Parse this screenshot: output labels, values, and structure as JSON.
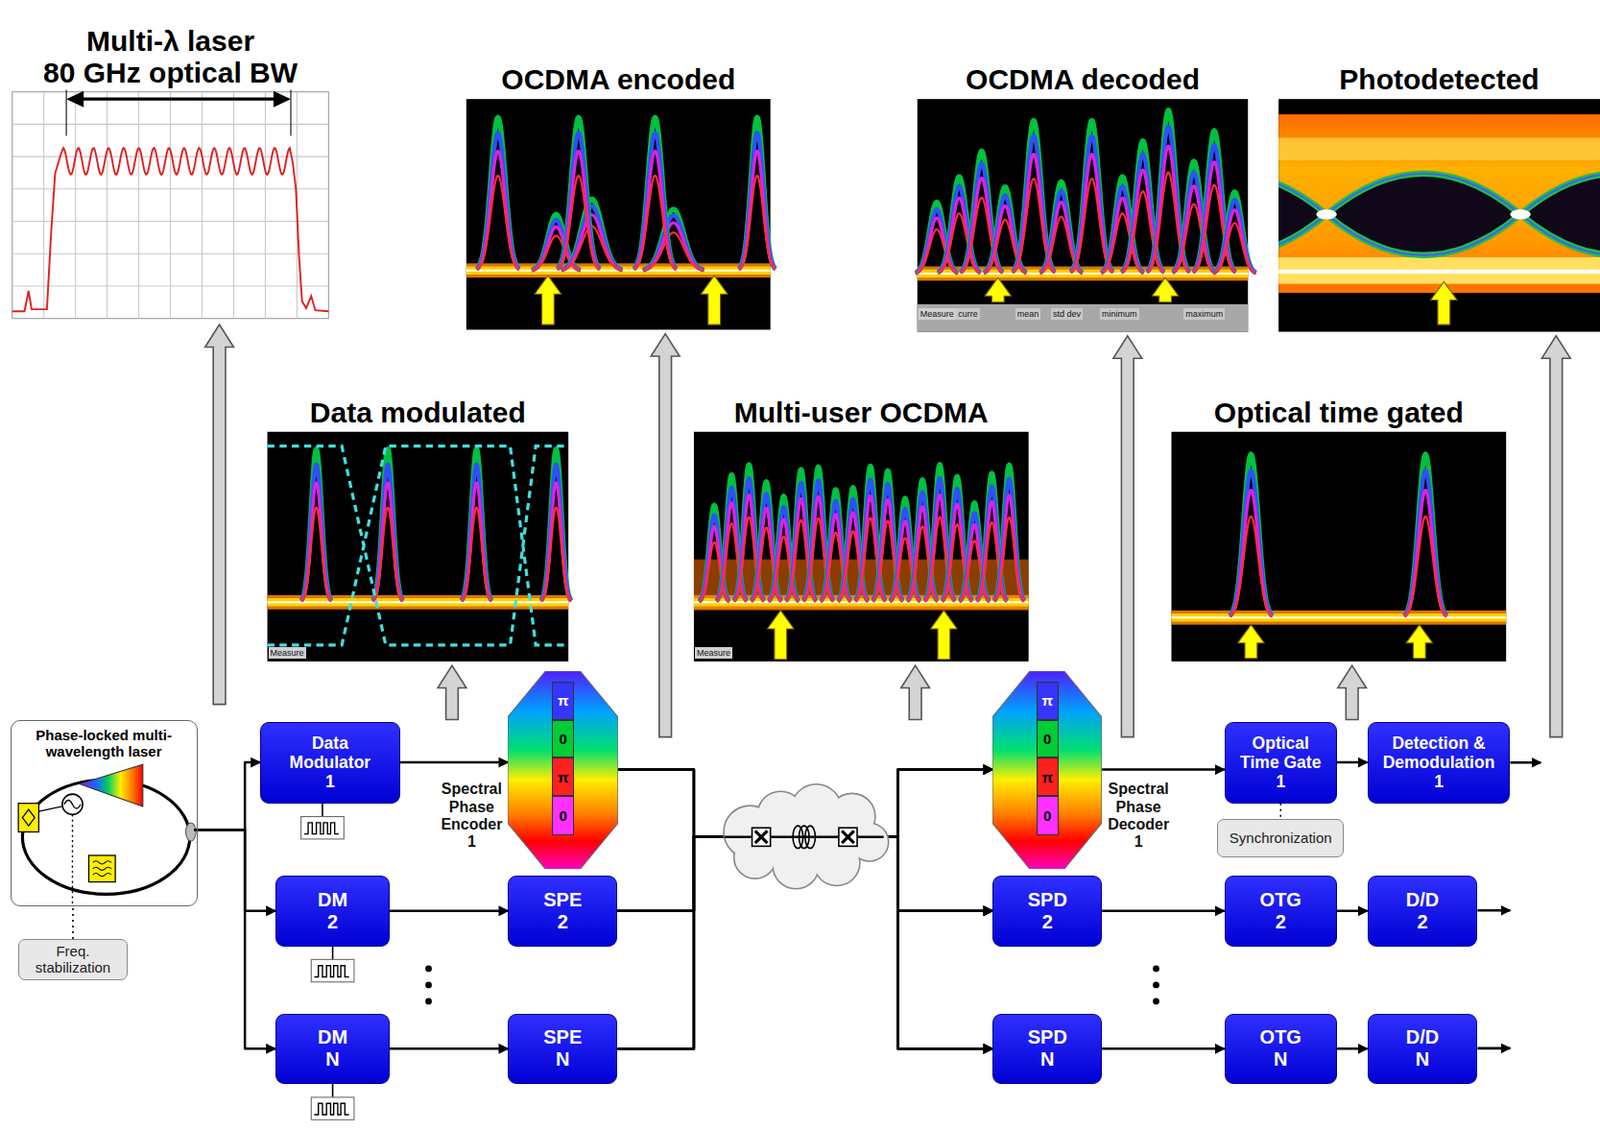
{
  "diagram": {
    "nodes": [
      {
        "text": [
          "Multi-λ laser",
          "80 GHz optical BW"
        ]
      },
      {
        "text": [
          "OCDMA encoded"
        ]
      },
      {
        "text": [
          "OCDMA decoded"
        ]
      },
      {
        "text": [
          "Photodetected"
        ]
      },
      {
        "text": [
          "Data modulated"
        ]
      },
      {
        "text": [
          "Multi-user OCDMA"
        ]
      },
      {
        "text": [
          "Optical time gated"
        ]
      },
      {
        "text": [
          "Phase-locked multi-wavelength laser"
        ]
      },
      {
        "text": [
          "Freq. stabilization"
        ]
      },
      {
        "text": [
          "Data Modulator 1"
        ]
      },
      {
        "text": [
          "π",
          "0",
          "π",
          "0",
          "Spectral Phase Encoder 1"
        ]
      },
      {
        "text": [
          "DM 2"
        ]
      },
      {
        "text": [
          "SPE 2"
        ]
      },
      {
        "text": [
          "DM N"
        ]
      },
      {
        "text": [
          "SPE N"
        ]
      },
      {
        "text": [
          "π",
          "0",
          "π",
          "0",
          "Spectral Phase Decoder 1"
        ]
      },
      {
        "text": [
          "Optical Time Gate 1"
        ]
      },
      {
        "text": [
          "Synchronization"
        ]
      },
      {
        "text": [
          "Detection & Demodulation 1"
        ]
      },
      {
        "text": [
          "SPD 2"
        ]
      },
      {
        "text": [
          "OTG 2"
        ]
      },
      {
        "text": [
          "D/D 2"
        ]
      },
      {
        "text": [
          "SPD N"
        ]
      },
      {
        "text": [
          "OTG N"
        ]
      },
      {
        "text": [
          "D/D N"
        ]
      }
    ],
    "edges": [
      {
        "from": 7,
        "to": 9,
        "arrow": "to"
      },
      {
        "from": 7,
        "to": 11,
        "arrow": "to"
      },
      {
        "from": 7,
        "to": 13,
        "arrow": "to"
      },
      {
        "from": 8,
        "to": 7,
        "arrow": "none"
      },
      {
        "from": 9,
        "to": 10,
        "arrow": "to"
      },
      {
        "from": 11,
        "to": 12,
        "arrow": "to"
      },
      {
        "from": 13,
        "to": 14,
        "arrow": "to"
      },
      {
        "from": 10,
        "to": 15,
        "arrow": "to"
      },
      {
        "from": 10,
        "to": 19,
        "arrow": "to"
      },
      {
        "from": 10,
        "to": 22,
        "arrow": "to"
      },
      {
        "from": 12,
        "to": 15,
        "arrow": "to"
      },
      {
        "from": 12,
        "to": 19,
        "arrow": "to"
      },
      {
        "from": 12,
        "to": 22,
        "arrow": "to"
      },
      {
        "from": 14,
        "to": 15,
        "arrow": "to"
      },
      {
        "from": 14,
        "to": 19,
        "arrow": "to"
      },
      {
        "from": 14,
        "to": 22,
        "arrow": "to"
      },
      {
        "from": 15,
        "to": 16,
        "arrow": "to"
      },
      {
        "from": 16,
        "to": 18,
        "arrow": "to"
      },
      {
        "from": 16,
        "to": 17,
        "arrow": "none"
      },
      {
        "from": 19,
        "to": 20,
        "arrow": "to"
      },
      {
        "from": 20,
        "to": 21,
        "arrow": "to"
      },
      {
        "from": 22,
        "to": 23,
        "arrow": "to"
      },
      {
        "from": 23,
        "to": 24,
        "arrow": "to"
      }
    ],
    "labels": [
      "Measure",
      "Measure",
      "Measure",
      "curre",
      "mean",
      "std dev",
      "minimum",
      "maximum"
    ]
  }
}
